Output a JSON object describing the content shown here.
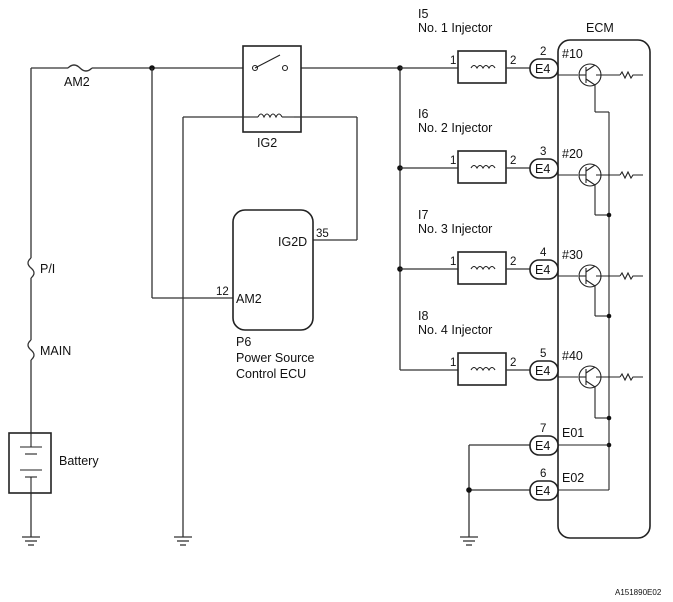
{
  "labels": {
    "am2_fuse": "AM2",
    "pi_fuse": "P/I",
    "main_fuse": "MAIN",
    "battery": "Battery",
    "relay": "IG2",
    "ecu_id": "P6",
    "ecu_name_1": "Power Source",
    "ecu_name_2": "Control ECU",
    "ecu_pin_ig2d": "IG2D",
    "ecu_pin_ig2d_num": "35",
    "ecu_pin_am2": "AM2",
    "ecu_pin_am2_num": "12",
    "ecm": "ECM",
    "figure_code": "A151890E02"
  },
  "injectors": [
    {
      "id": "I5",
      "name": "No. 1 Injector",
      "pin_in": "1",
      "pin_out": "2",
      "ecm_pin": "2",
      "connector": "E4",
      "ecm_terminal": "#10"
    },
    {
      "id": "I6",
      "name": "No. 2 Injector",
      "pin_in": "1",
      "pin_out": "2",
      "ecm_pin": "3",
      "connector": "E4",
      "ecm_terminal": "#20"
    },
    {
      "id": "I7",
      "name": "No. 3 Injector",
      "pin_in": "1",
      "pin_out": "2",
      "ecm_pin": "4",
      "connector": "E4",
      "ecm_terminal": "#30"
    },
    {
      "id": "I8",
      "name": "No. 4 Injector",
      "pin_in": "1",
      "pin_out": "2",
      "ecm_pin": "5",
      "connector": "E4",
      "ecm_terminal": "#40"
    }
  ],
  "grounds": [
    {
      "ecm_pin": "7",
      "connector": "E4",
      "terminal": "E01"
    },
    {
      "ecm_pin": "6",
      "connector": "E4",
      "terminal": "E02"
    }
  ]
}
